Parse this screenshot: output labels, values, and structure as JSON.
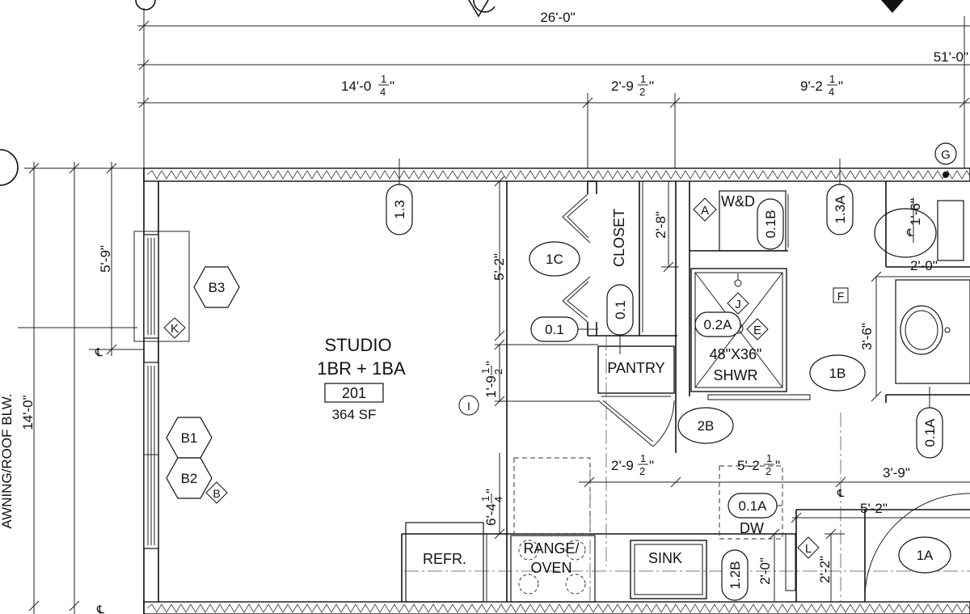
{
  "dimensions": {
    "overall_26": "26'-0\"",
    "overall_51": "51'-0\"",
    "seg_14": "14'-0",
    "seg_2_9": "2'-9",
    "seg_9_2": "9'-2",
    "closet_2_8": "2'-8\"",
    "height_5_2": "5'-2\"",
    "height_5_9": "5'-9\"",
    "height_14": "14'-0\"",
    "height_1_9": "1'-9",
    "mid_2_9": "2'-9",
    "mid_5_2": "5'-2",
    "mid_3_9": "3'-9\"",
    "lower_5_2": "5'-2\"",
    "lower_6_4": "6'-4",
    "bath_2_0": "2'-0\"",
    "bath_3_6": "3'-6\"",
    "bath_1_6": "1'-6\"",
    "k_2_0": "2'-0\"",
    "k_2_2": "2'-2\""
  },
  "fractions": {
    "quarter_num": "1",
    "quarter_den": "4",
    "half_num": "1",
    "half_den": "2",
    "inch": "\""
  },
  "room": {
    "name": "STUDIO",
    "type": "1BR + 1BA",
    "number": "201",
    "area": "364 SF"
  },
  "labels": {
    "closet": "CLOSET",
    "pantry": "PANTRY",
    "shower_size": "48\"X36\"",
    "shower": "SHWR",
    "washer_dryer": "W&D",
    "refrigerator": "REFR.",
    "range_line1": "RANGE/",
    "range_line2": "OVEN",
    "sink": "SINK",
    "dishwasher": "DW",
    "awning": "AWNING/ROOF BLW."
  },
  "tags": {
    "t_1_3": "1.3",
    "t_1_3A": "1.3A",
    "t_1C": "1C",
    "t_0_1_closet": "0.1",
    "t_0_1_door": "0.1",
    "t_0_2A": "0.2A",
    "t_0_1B": "0.1B",
    "t_1B": "1B",
    "t_0_1A_bath": "0.1A",
    "t_2B": "2B",
    "t_0_1A_kitchen": "0.1A",
    "t_1_2B": "1.2B",
    "t_1A": "1A",
    "hex_B3": "B3",
    "hex_B1": "B1",
    "hex_B2": "B2",
    "diamond_K": "K",
    "diamond_A": "A",
    "diamond_J": "J",
    "diamond_E": "E",
    "diamond_B": "B",
    "diamond_L": "L",
    "circle_G": "G",
    "circle_I": "I",
    "square_F": "F",
    "cl_symbol": "℄"
  }
}
